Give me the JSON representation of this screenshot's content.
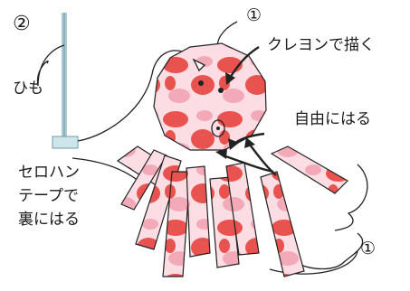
{
  "step_marker": "②",
  "labels": {
    "string": "ひも",
    "crayon": "クレヨンで描く",
    "free_stick": "自由にはる",
    "tape_lines": [
      "セロハン",
      "テープで",
      "裏にはる"
    ]
  },
  "callout_markers": [
    "①",
    "①"
  ],
  "colors": {
    "red": "#e8534f",
    "pink": "#f3aab8",
    "light_pink": "#fbdde3",
    "rod": "#aacbd6",
    "line": "#222222"
  }
}
